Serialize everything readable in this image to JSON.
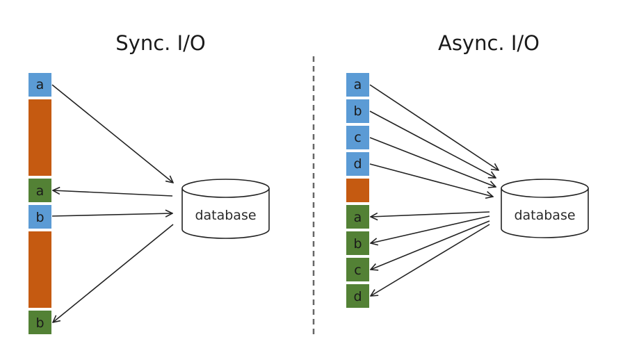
{
  "colors": {
    "request": "#5B9BD5",
    "wait": "#C55A11",
    "response": "#538135",
    "line": "#222222",
    "divider": "#666666"
  },
  "panels": [
    {
      "id": "sync",
      "title": "Sync. I/O",
      "database_label": "database",
      "blocks": [
        {
          "kind": "request",
          "label": "a"
        },
        {
          "kind": "wait",
          "label": ""
        },
        {
          "kind": "response",
          "label": "a"
        },
        {
          "kind": "request",
          "label": "b"
        },
        {
          "kind": "wait",
          "label": ""
        },
        {
          "kind": "response",
          "label": "b"
        }
      ],
      "arrows": [
        {
          "from": "a-request",
          "to": "database"
        },
        {
          "from": "database",
          "to": "a-response"
        },
        {
          "from": "b-request",
          "to": "database"
        },
        {
          "from": "database",
          "to": "b-response"
        }
      ]
    },
    {
      "id": "async",
      "title": "Async. I/O",
      "database_label": "database",
      "blocks": [
        {
          "kind": "request",
          "label": "a"
        },
        {
          "kind": "request",
          "label": "b"
        },
        {
          "kind": "request",
          "label": "c"
        },
        {
          "kind": "request",
          "label": "d"
        },
        {
          "kind": "wait",
          "label": ""
        },
        {
          "kind": "response",
          "label": "a"
        },
        {
          "kind": "response",
          "label": "b"
        },
        {
          "kind": "response",
          "label": "c"
        },
        {
          "kind": "response",
          "label": "d"
        }
      ],
      "arrows": [
        {
          "from": "a-request",
          "to": "database"
        },
        {
          "from": "b-request",
          "to": "database"
        },
        {
          "from": "c-request",
          "to": "database"
        },
        {
          "from": "d-request",
          "to": "database"
        },
        {
          "from": "database",
          "to": "a-response"
        },
        {
          "from": "database",
          "to": "b-response"
        },
        {
          "from": "database",
          "to": "c-response"
        },
        {
          "from": "database",
          "to": "d-response"
        }
      ]
    }
  ]
}
